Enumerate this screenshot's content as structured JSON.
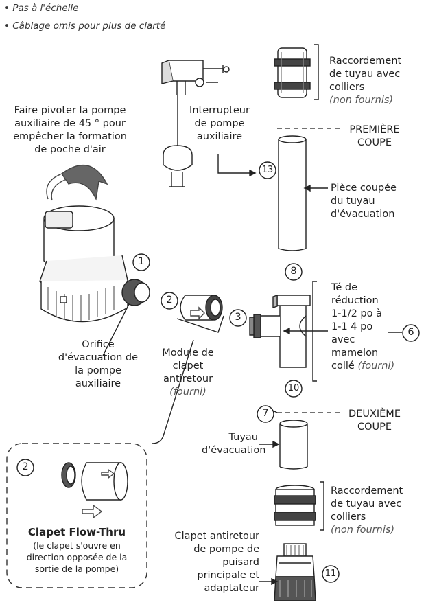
{
  "notes": [
    "• Pas à l'échelle",
    "• Câblage omis pour plus de clarté"
  ],
  "labels": {
    "rotate": [
      "Faire pivoter la pompe",
      "auxiliaire de 45 ° pour",
      "empêcher la formation",
      "de poche d'air"
    ],
    "switch": [
      "Interrupteur",
      "de pompe",
      "auxiliaire"
    ],
    "coupling_top": [
      "Raccordement",
      "de tuyau avec",
      "colliers"
    ],
    "coupling_top_note": "(non fournis)",
    "first_cut": [
      "PREMIÈRE",
      "COUPE"
    ],
    "cut_pipe": [
      "Pièce coupée",
      "du tuyau",
      "d'évacuation"
    ],
    "outlet": [
      "Orifice",
      "d'évacuation de",
      "la pompe",
      "auxiliaire"
    ],
    "valve_module": [
      "Module de",
      "clapet",
      "antiretour"
    ],
    "valve_module_note": "(fourni)",
    "tee": [
      "Té de",
      "réduction",
      "1-1/2 po à",
      "1-1 4 po",
      "avec",
      "mamelon",
      "collé"
    ],
    "tee_note": "(fourni)",
    "second_cut": [
      "DEUXIÈME",
      "COUPE"
    ],
    "discharge_pipe": [
      "Tuyau",
      "d'évacuation"
    ],
    "coupling_bottom": [
      "Raccordement",
      "de tuyau avec",
      "colliers"
    ],
    "coupling_bottom_note": "(non fournis)",
    "main_valve": [
      "Clapet antiretour",
      "de pompe de",
      "puisard",
      "principale et",
      "adaptateur"
    ],
    "flow_thru_title": "Clapet Flow-Thru",
    "flow_thru_desc": [
      "(le clapet s'ouvre en",
      "direction opposée de la",
      "sortie de la pompe)"
    ]
  },
  "callouts": {
    "n1": "1",
    "n2": "2",
    "n2b": "2",
    "n3": "3",
    "n6": "6",
    "n7": "7",
    "n8": "8",
    "n10": "10",
    "n11": "11",
    "n13": "13"
  }
}
